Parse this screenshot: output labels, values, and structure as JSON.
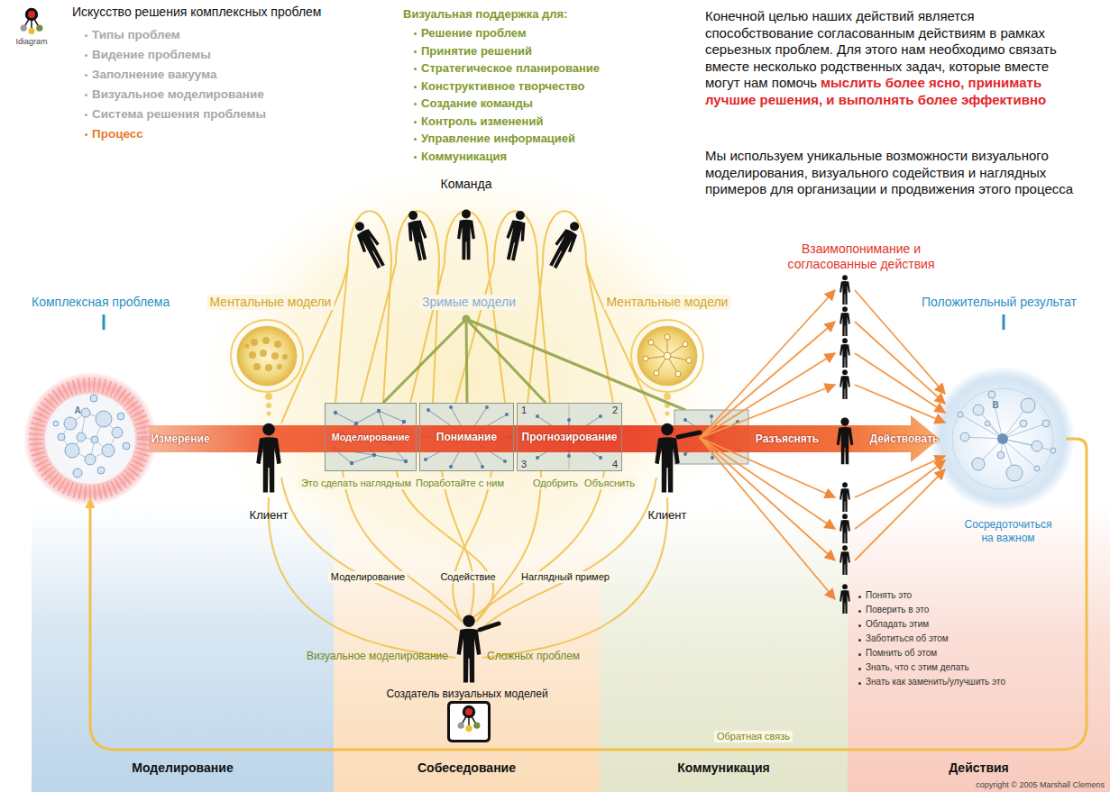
{
  "diagram": {
    "title": "Искусство решения комплексных проблем",
    "nodes": [
      {
        "text": [
          "A"
        ]
      },
      {
        "text": [
          "Моделирование"
        ]
      },
      {
        "text": [
          "Понимание"
        ]
      },
      {
        "text": [
          "1",
          "2",
          "Прогнозирование",
          "3",
          "4"
        ]
      },
      {
        "text": [
          "B"
        ]
      },
      {
        "text": [
          "Моделирование"
        ]
      },
      {
        "text": [
          "Собеседование"
        ]
      },
      {
        "text": [
          "Коммуникация"
        ]
      },
      {
        "text": [
          "Действия"
        ]
      }
    ],
    "edges": [
      {
        "from": 0,
        "to": 4,
        "arrow": "to"
      },
      {
        "from": 4,
        "to": 0,
        "arrow": "to",
        "label": "Обратная связь"
      }
    ],
    "labels": [
      "Idiagram",
      "Типы проблем",
      "Видение проблемы",
      "Заполнение вакуума",
      "Визуальное моделирование",
      "Система решения проблемы",
      "Процесс",
      "Визуальная поддержка для:",
      "Решение проблем",
      "Принятие решений",
      "Стратегическое планирование",
      "Конструктивное творчество",
      "Создание команды",
      "Контроль изменений",
      "Управление информацией",
      "Коммуникация",
      "Конечной целью наших действий является способствование согласованным действиям в рамках серьезных проблем. Для этого нам необходимо связать вместе несколько родственных задач, которые вместе могут нам помочь",
      "мыслить более ясно, принимать лучшие решения, и выполнять более эффективно",
      "Мы используем уникальные возможности визуального моделирования, визуального содействия и наглядных примеров для организации и продвижения этого процесса",
      "Команда",
      "Комплексная проблема",
      "Ментальные модели",
      "Зримые модели",
      "Ментальные модели",
      "Взаимопонимание и согласованные действия",
      "Положительный результат",
      "Измерение",
      "Разъяснять",
      "Действовать",
      "Это сделать наглядным",
      "Поработайте с ним",
      "Одобрить",
      "Объяснить",
      "Клиент",
      "Клиент",
      "Сосредоточиться на важном",
      "Моделирование",
      "Содействие",
      "Наглядный пример",
      "Визуальное моделирование",
      "Сложных проблем",
      "Создатель визуальных моделей",
      "Понять это",
      "Поверить в это",
      "Обладать этим",
      "Заботиться об этом",
      "Помнить об этом",
      "Знать, что с этим делать",
      "Знать как заменить/улучшить это",
      "copyright © 2005 Marshall Clemens"
    ]
  }
}
